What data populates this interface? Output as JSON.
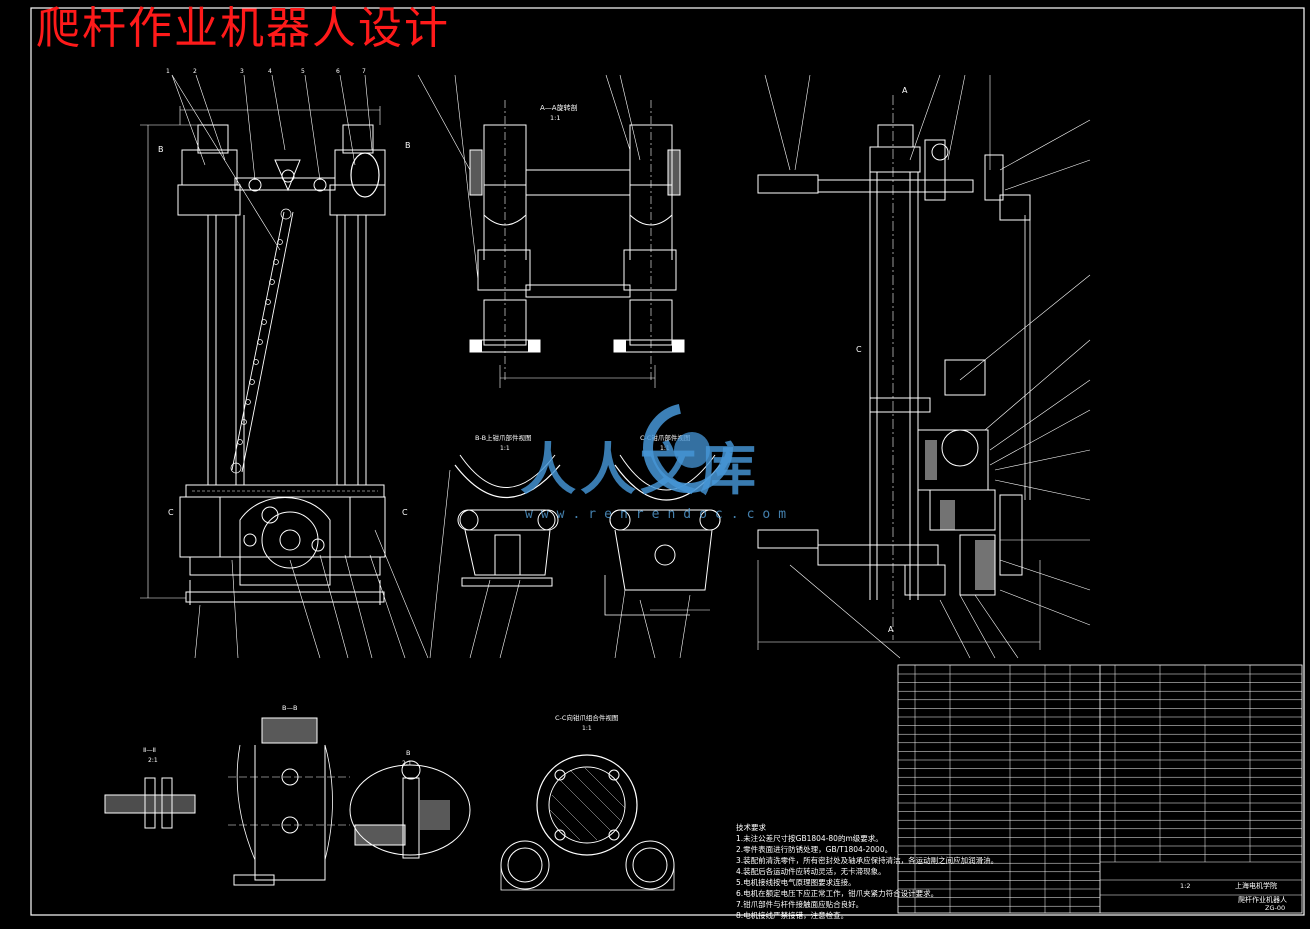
{
  "title": "爬杆作业机器人设计",
  "watermark": {
    "brand": "人人文库",
    "url": "www.renrendoc.com"
  },
  "view_labels": {
    "section_aa": "A—A旋转剖",
    "section_aa_scale": "1:1",
    "upper_clamp": "B-B上钳爪部件视图",
    "upper_clamp_scale": "1:1",
    "lower_clamp": "C-C钳爪部件视图",
    "lower_clamp_scale": "1:1",
    "link_view": "C-C向钳爪组合件视图",
    "link_view_scale": "1:1",
    "detail_2": "Ⅱ—Ⅱ",
    "detail_2_scale": "2:1",
    "detail_bb": "B—B",
    "detail_b": "B",
    "detail_b_scale": "2:1"
  },
  "tech_notes": {
    "heading": "技术要求",
    "items": [
      "1.未注公差尺寸按GB1804-80的m级要求。",
      "2.零件表面进行防锈处理，GB/T1804-2000。",
      "3.装配前清洗零件，所有密封处及轴承应保持清洁，各运动副之间应加润滑油。",
      "4.装配后各运动件应转动灵活，无卡滞现象。",
      "5.电机接线按电气原理图要求连接。",
      "6.电机在额定电压下应正常工作，钳爪夹紧力符合设计要求。",
      "7.钳爪部件与杆件接触面应贴合良好。",
      "8.电机接线严禁接错，注意检查。"
    ]
  },
  "title_block": {
    "drawing_name": "爬杆作业机器人",
    "school": "上海电机学院",
    "scale": "1:2",
    "drawing_no": "ZG-00"
  },
  "colors": {
    "line": "#ffffff",
    "title": "#ff1a1a",
    "watermark": "#3f8fd0"
  }
}
